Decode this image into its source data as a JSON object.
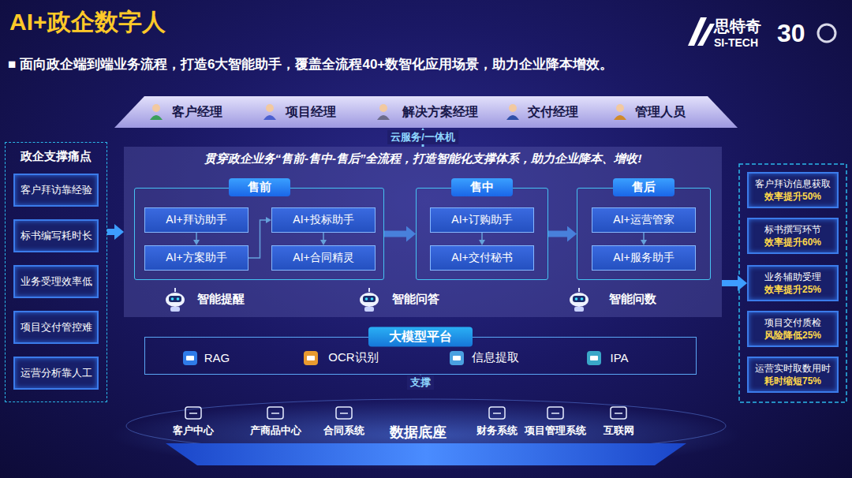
{
  "diagram": {
    "title": "AI+政企数字人",
    "nodes": [
      {
        "text": [
          "客户经理",
          "项目经理",
          "解决方案经理",
          "交付经理",
          "管理人员"
        ]
      },
      {
        "text": [
          "政企支撑痛点"
        ]
      },
      {
        "text": [
          "客户拜访靠经验"
        ],
        "in": 1
      },
      {
        "text": [
          "标书编写耗时长"
        ],
        "in": 1
      },
      {
        "text": [
          "业务受理效率低"
        ],
        "in": 1
      },
      {
        "text": [
          "项目交付管控难"
        ],
        "in": 1
      },
      {
        "text": [
          "运营分析靠人工"
        ],
        "in": 1
      },
      {
        "text": [
          "贯穿政企业务“售前-售中-售后”全流程，打造智能化支撑体系，助力企业降本、增收!"
        ]
      },
      {
        "text": [
          "售前"
        ],
        "in": 7
      },
      {
        "text": [
          "AI+拜访助手"
        ],
        "in": 8
      },
      {
        "text": [
          "AI+方案助手"
        ],
        "in": 8
      },
      {
        "text": [
          "AI+投标助手"
        ],
        "in": 8
      },
      {
        "text": [
          "AI+合同精灵"
        ],
        "in": 8
      },
      {
        "text": [
          "售中"
        ],
        "in": 7
      },
      {
        "text": [
          "AI+订购助手"
        ],
        "in": 13
      },
      {
        "text": [
          "AI+交付秘书"
        ],
        "in": 13
      },
      {
        "text": [
          "售后"
        ],
        "in": 7
      },
      {
        "text": [
          "AI+运营管家"
        ],
        "in": 16
      },
      {
        "text": [
          "AI+服务助手"
        ],
        "in": 16
      },
      {
        "text": [
          "大模型平台",
          "RAG",
          "OCR识别",
          "信息提取",
          "IPA"
        ]
      },
      {
        "text": [
          "客户拜访信息获取",
          "效率提升50%"
        ]
      },
      {
        "text": [
          "标书撰写环节",
          "效率提升60%"
        ]
      },
      {
        "text": [
          "业务辅助受理",
          "效率提升25%"
        ]
      },
      {
        "text": [
          "项目交付质检",
          "风险降低25%"
        ]
      },
      {
        "text": [
          "运营实时取数用时",
          "耗时缩短75%"
        ]
      },
      {
        "text": [
          "客户中心",
          "产商品中心",
          "合同系统",
          "数据底座",
          "财务系统",
          "项目管理系统",
          "互联网"
        ]
      }
    ],
    "edges": [
      {
        "from": 7,
        "to": 0,
        "arrow": "to",
        "label": "云服务/一体机"
      },
      {
        "from": 1,
        "to": 7,
        "arrow": "to"
      },
      {
        "from": 9,
        "to": 10,
        "arrow": "to"
      },
      {
        "from": 10,
        "to": 11,
        "arrow": "to"
      },
      {
        "from": 11,
        "to": 12,
        "arrow": "to"
      },
      {
        "from": 14,
        "to": 15,
        "arrow": "to"
      },
      {
        "from": 17,
        "to": 18,
        "arrow": "to"
      },
      {
        "from": 8,
        "to": 13,
        "arrow": "to"
      },
      {
        "from": 13,
        "to": 16,
        "arrow": "to"
      },
      {
        "from": 7,
        "to": 22,
        "arrow": "to"
      },
      {
        "from": 25,
        "to": 19,
        "arrow": "to",
        "label": "支撑"
      }
    ],
    "labels": [
      "■ 面向政企端到端业务流程，打造6大智能助手，覆盖全流程40+数智化应用场景，助力企业降本增效。",
      "思特奇",
      "SI-TECH",
      "30",
      "智能提醒",
      "智能问答",
      "智能问数"
    ]
  }
}
